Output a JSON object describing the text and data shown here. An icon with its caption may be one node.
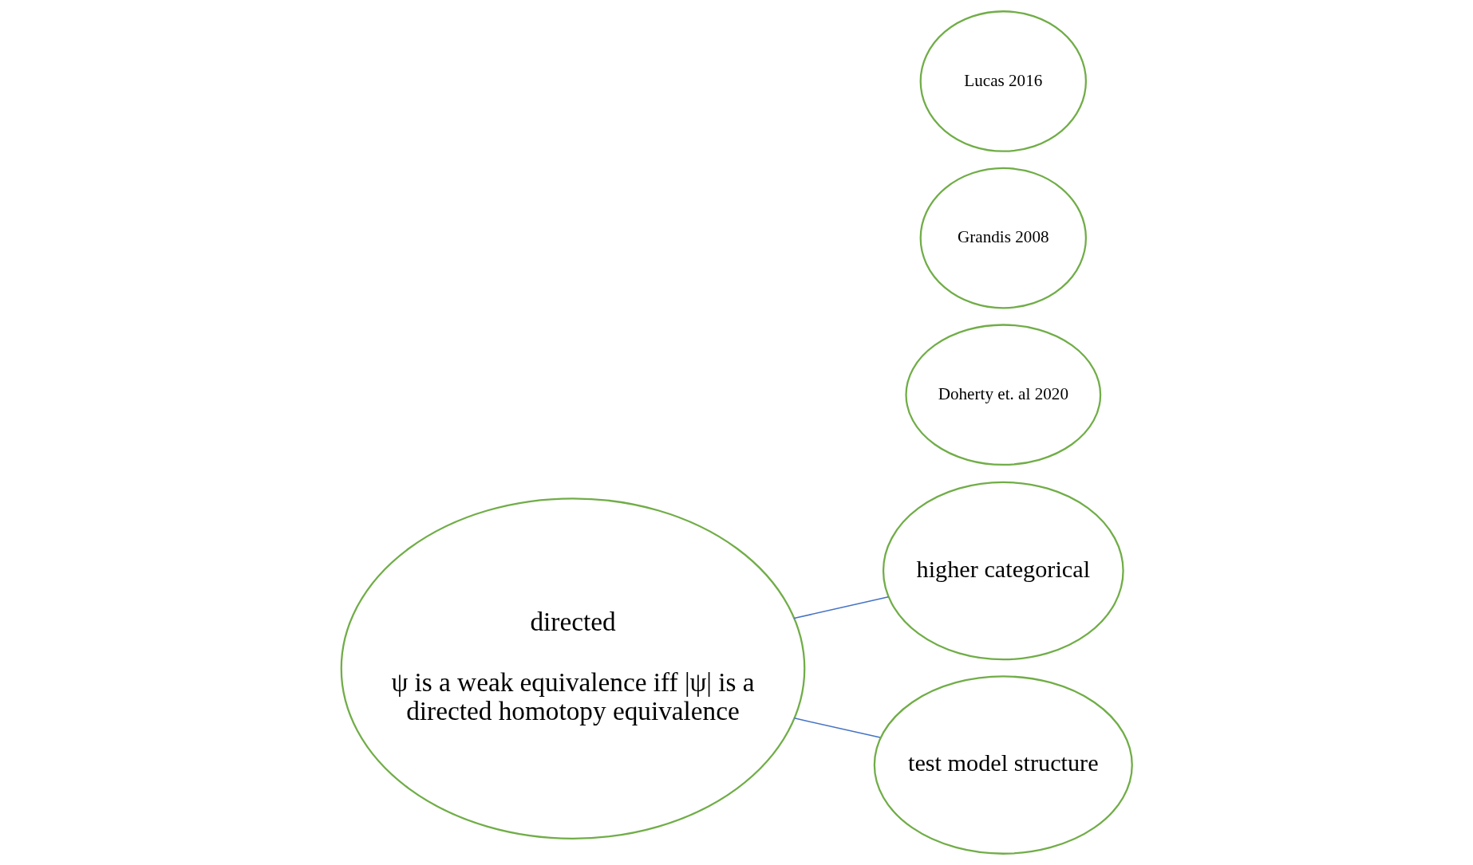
{
  "diagram": {
    "nodes": [
      {
        "text": [
          "directed",
          "ψ is a weak equivalence iff |ψ| is a directed homotopy equivalence"
        ]
      },
      {
        "text": [
          "higher categorical"
        ]
      },
      {
        "text": [
          "Doherty et. al 2020"
        ]
      },
      {
        "text": [
          "Grandis 2008"
        ]
      },
      {
        "text": [
          "Lucas 2016"
        ]
      },
      {
        "text": [
          "test model structure"
        ]
      }
    ],
    "edges": [
      {
        "from": 0,
        "to": 1,
        "arrow": "none"
      },
      {
        "from": 0,
        "to": 5,
        "arrow": "none"
      }
    ]
  }
}
